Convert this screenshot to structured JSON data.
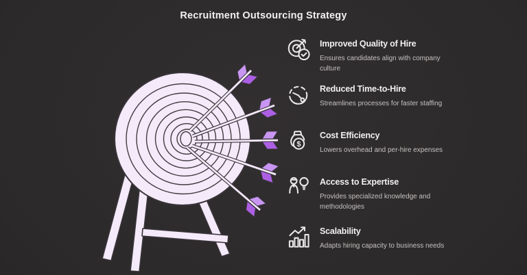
{
  "title": "Recruitment Outsourcing Strategy",
  "illustration": {
    "label": "dartboard target on easel stand with five arrows in bullseye",
    "arrow_count": 5
  },
  "colors": {
    "background": "#2c2a2a",
    "board_fill": "#f5eaf9",
    "outline": "#38343a",
    "fletching_light": "#c995f2",
    "fletching_dark": "#ad5fe4",
    "title_text": "#f2f0f0",
    "body_text": "#c6c2c2",
    "icon_stroke": "#e9e7e7"
  },
  "items": [
    {
      "icon": "target-check-icon",
      "title": "Improved Quality of Hire",
      "description": "Ensures candidates align with company\nculture"
    },
    {
      "icon": "stopwatch-icon",
      "title": "Reduced Time-to-Hire",
      "description": "Streamlines processes for faster staffing"
    },
    {
      "icon": "money-bag-icon",
      "title": "Cost Efficiency",
      "description": "Lowers overhead and per-hire expenses"
    },
    {
      "icon": "person-lightbulb-icon",
      "title": "Access to Expertise",
      "description": "Provides specialized knowledge and\nmethodologies"
    },
    {
      "icon": "growth-chart-icon",
      "title": "Scalability",
      "description": "Adapts hiring capacity to business needs"
    }
  ]
}
